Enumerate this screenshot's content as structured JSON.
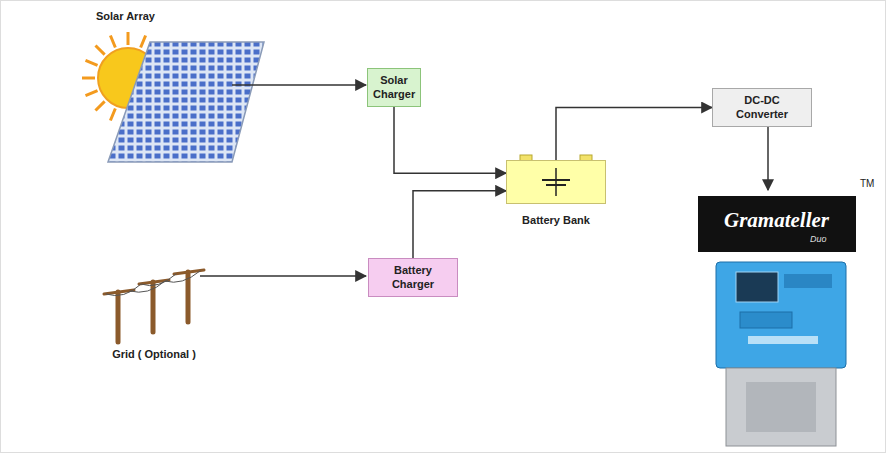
{
  "diagram": {
    "nodes": [
      {
        "text": [
          "Solar Charger"
        ]
      },
      {
        "text": [
          "Battery Bank"
        ]
      },
      {
        "text": [
          "Battery Charger"
        ]
      },
      {
        "text": [
          "DC-DC Converter"
        ]
      }
    ],
    "edges": [
      {
        "from": 0,
        "to": 1,
        "arrow": "to"
      },
      {
        "from": 2,
        "to": 1,
        "arrow": "to"
      },
      {
        "from": 1,
        "to": 3,
        "arrow": "to"
      }
    ],
    "labels": [
      "Solar Array",
      "Grid ( Optional )",
      "Gramateller",
      "Duo",
      "TM"
    ]
  }
}
